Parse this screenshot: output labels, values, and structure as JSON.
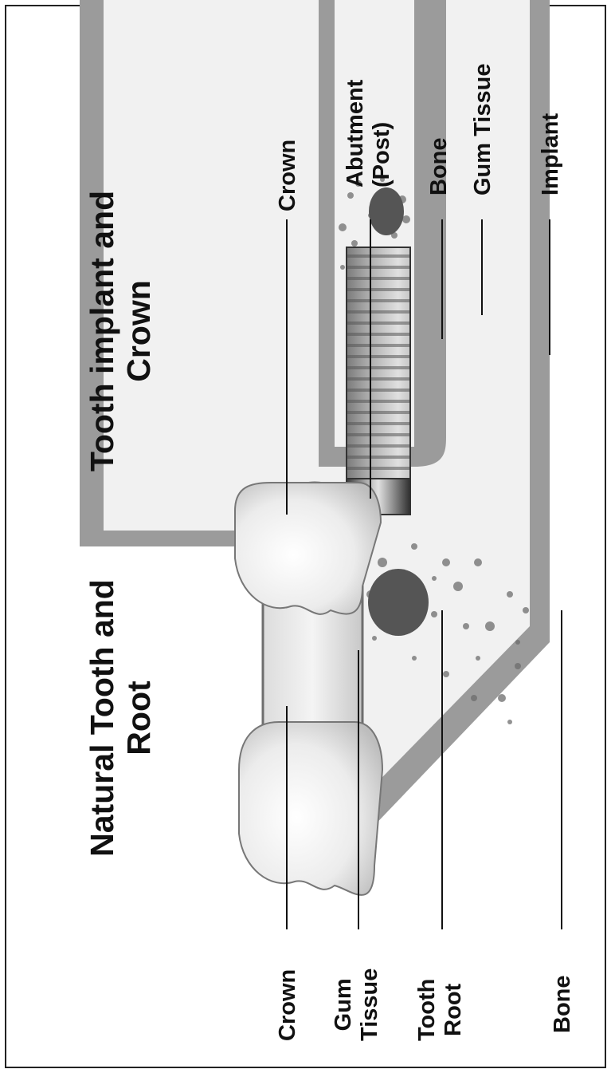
{
  "natural": {
    "title": "Natural Tooth and\nRoot",
    "labels": {
      "crown": "Crown",
      "gum_tissue": "Gum\nTissue",
      "tooth_root": "Tooth\nRoot",
      "bone": "Bone"
    }
  },
  "implant": {
    "title": "Tooth implant and\nCrown",
    "labels": {
      "crown": "Crown",
      "abutment": "Abutment\n(Post)",
      "bone": "Bone",
      "gum_tissue": "Gum Tissue",
      "implant": "Implant"
    }
  }
}
